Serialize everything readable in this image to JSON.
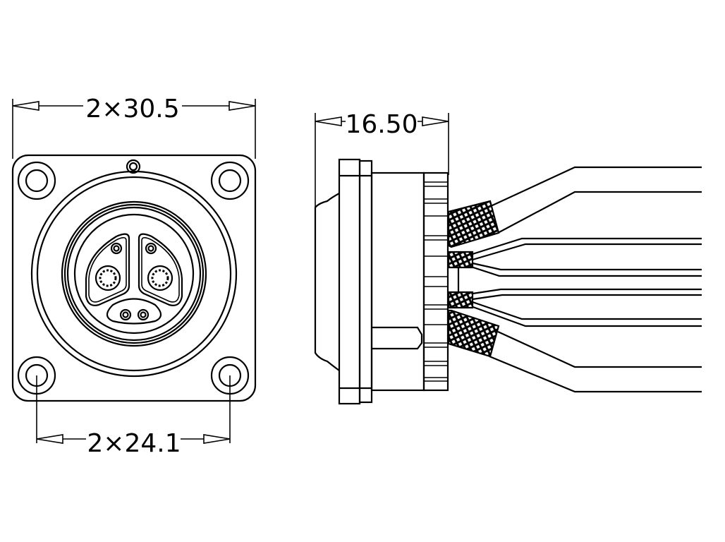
{
  "dimensions": {
    "front_width": "2×30.5",
    "hole_spacing": "2×24.1",
    "side_depth": "16.50"
  },
  "colors": {
    "line": "#000000",
    "background": "#ffffff"
  }
}
